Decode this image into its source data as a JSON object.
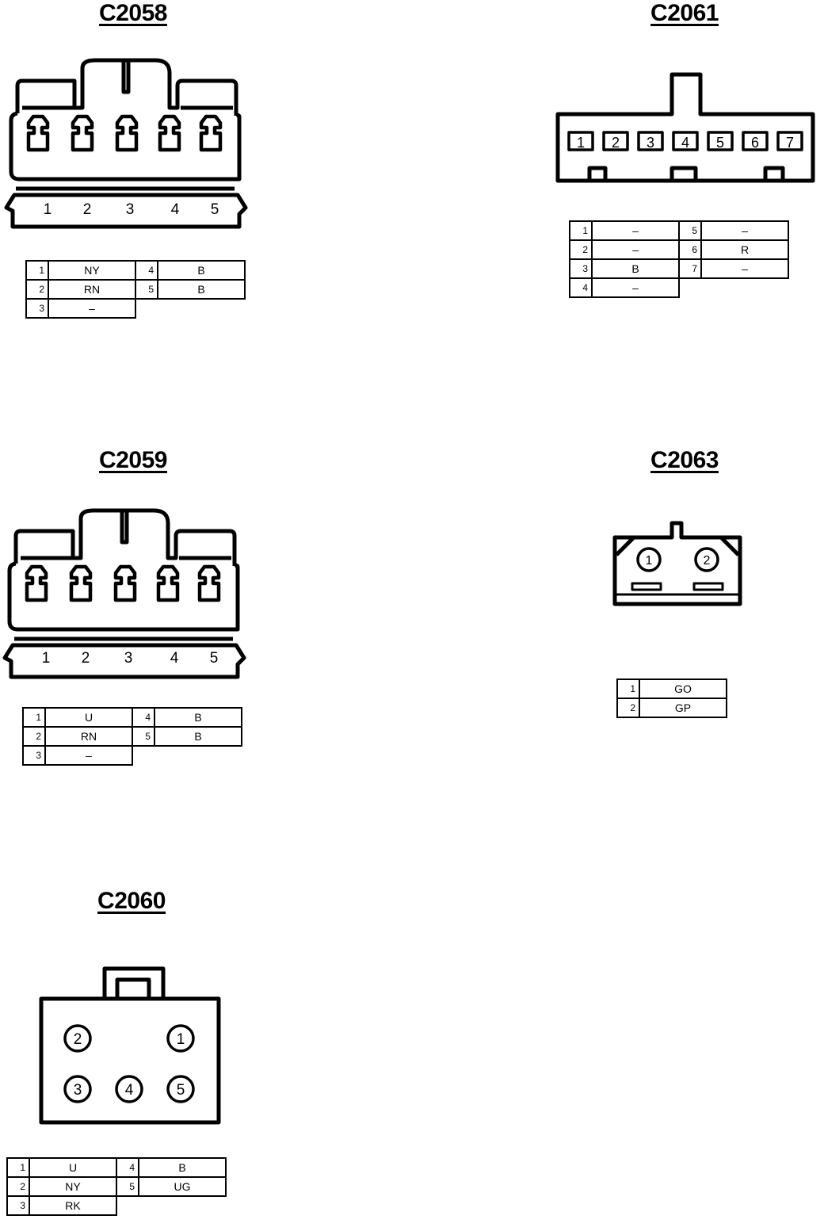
{
  "connectors": {
    "c2058": {
      "title": "C2058",
      "pin_numbers": [
        "1",
        "2",
        "3",
        "4",
        "5"
      ],
      "pins": [
        {
          "pin": "1",
          "color": "NY"
        },
        {
          "pin": "2",
          "color": "RN"
        },
        {
          "pin": "3",
          "color": "–"
        },
        {
          "pin": "4",
          "color": "B"
        },
        {
          "pin": "5",
          "color": "B"
        }
      ]
    },
    "c2059": {
      "title": "C2059",
      "pin_numbers": [
        "1",
        "2",
        "3",
        "4",
        "5"
      ],
      "pins": [
        {
          "pin": "1",
          "color": "U"
        },
        {
          "pin": "2",
          "color": "RN"
        },
        {
          "pin": "3",
          "color": "–"
        },
        {
          "pin": "4",
          "color": "B"
        },
        {
          "pin": "5",
          "color": "B"
        }
      ]
    },
    "c2060": {
      "title": "C2060",
      "pin_numbers": [
        "1",
        "2",
        "3",
        "4",
        "5"
      ],
      "pins": [
        {
          "pin": "1",
          "color": "U"
        },
        {
          "pin": "2",
          "color": "NY"
        },
        {
          "pin": "3",
          "color": "RK"
        },
        {
          "pin": "4",
          "color": "B"
        },
        {
          "pin": "5",
          "color": "UG"
        }
      ]
    },
    "c2061": {
      "title": "C2061",
      "pin_numbers": [
        "1",
        "2",
        "3",
        "4",
        "5",
        "6",
        "7"
      ],
      "pins": [
        {
          "pin": "1",
          "color": "–"
        },
        {
          "pin": "2",
          "color": "–"
        },
        {
          "pin": "3",
          "color": "B"
        },
        {
          "pin": "4",
          "color": "–"
        },
        {
          "pin": "5",
          "color": "–"
        },
        {
          "pin": "6",
          "color": "R"
        },
        {
          "pin": "7",
          "color": "–"
        }
      ]
    },
    "c2063": {
      "title": "C2063",
      "pin_numbers": [
        "1",
        "2"
      ],
      "pins": [
        {
          "pin": "1",
          "color": "GO"
        },
        {
          "pin": "2",
          "color": "GP"
        }
      ]
    }
  }
}
